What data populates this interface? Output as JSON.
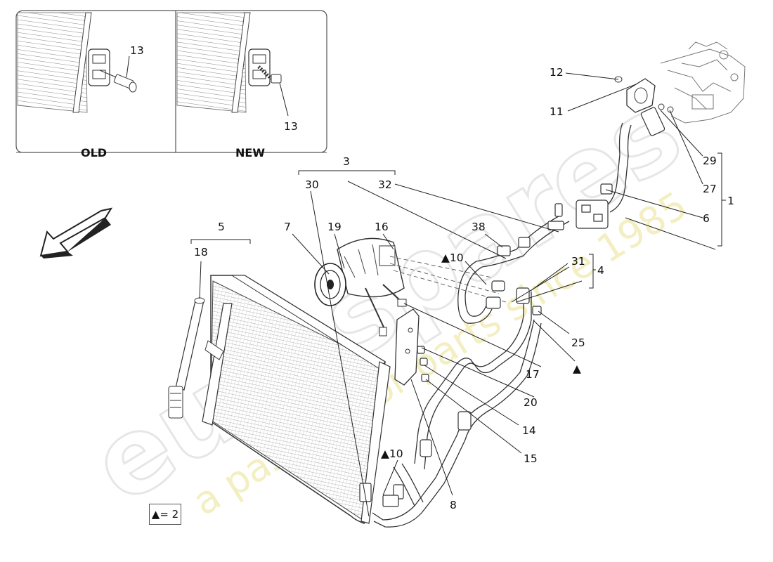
{
  "inset": {
    "old_label": "OLD",
    "new_label": "NEW",
    "old_callout": "13",
    "new_callout": "13"
  },
  "watermark": {
    "brand": "eurospares",
    "slogan": "a passion for parts since 1985"
  },
  "callouts": {
    "c1": "1",
    "c3": "3",
    "c4": "4",
    "c5": "5",
    "c6": "6",
    "c7": "7",
    "c8": "8",
    "c10a": "▲10",
    "c10b": "▲10",
    "c11": "11",
    "c12": "12",
    "c14": "14",
    "c15": "15",
    "c16": "16",
    "c17": "17",
    "c18": "18",
    "c19": "19",
    "c20": "20",
    "c25": "25",
    "c27": "27",
    "c29": "29",
    "c30": "30",
    "c31": "31",
    "c32": "32",
    "c38": "38",
    "tri": "▲"
  },
  "legend": {
    "text": "▲= 2"
  },
  "colors": {
    "line": "#222222",
    "watermark": "#ebebeb",
    "watermark_slogan": "#f2efc6"
  }
}
